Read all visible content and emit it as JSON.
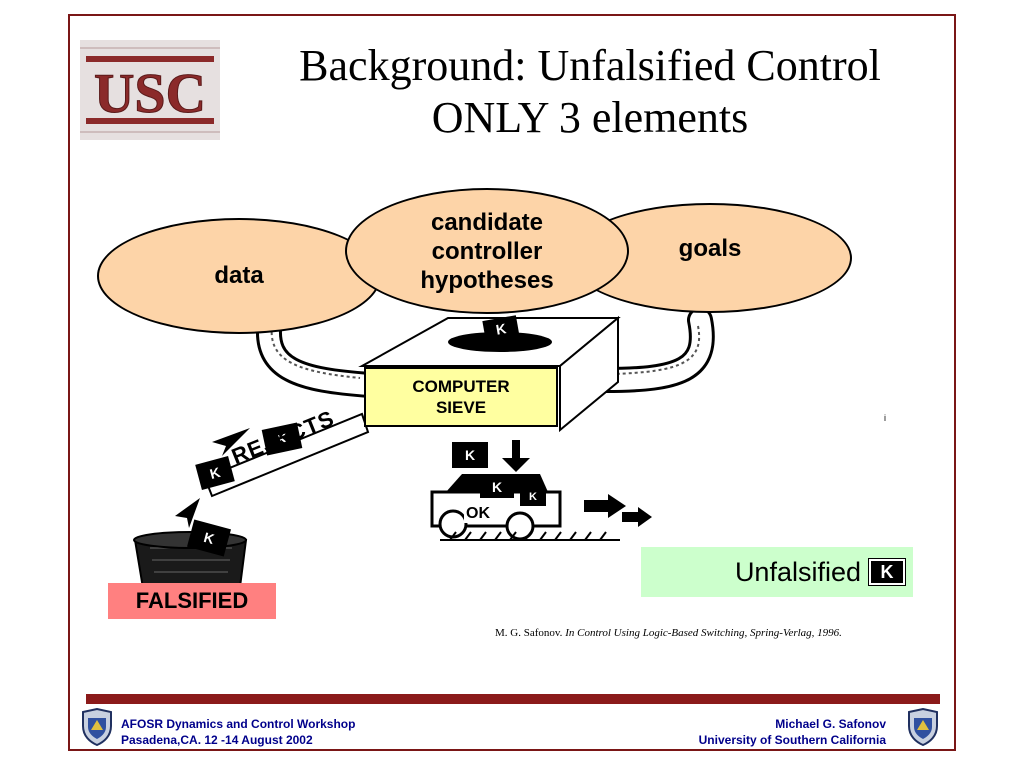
{
  "slide": {
    "title_line1": "Background: Unfalsified Control",
    "title_line2": "ONLY 3 elements",
    "logo_text": "USC"
  },
  "diagram": {
    "ellipses": {
      "data": "data",
      "candidate": [
        "candidate",
        "controller",
        "hypotheses"
      ],
      "goals": "goals"
    },
    "sieve_label": [
      "COMPUTER",
      "SIEVE"
    ],
    "rejects_label": "REJECTS",
    "ok_label": "OK",
    "k_label": "K",
    "falsified_label": "FALSIFIED",
    "unfalsified_label": "Unfalsified",
    "unfalsified_k": "K",
    "stray_mark": "i"
  },
  "citation": {
    "author": "M. G.  Safonov.",
    "work": "In Control Using Logic-Based Switching, Spring-Verlag, 1996."
  },
  "footer": {
    "left_line1": "AFOSR Dynamics and Control Workshop",
    "left_line2": "Pasadena,CA. 12 -14 August 2002",
    "right_line1": "Michael G. Safonov",
    "right_line2": "University of Southern California"
  },
  "colors": {
    "frame": "#7a1616",
    "ellipse_fill": "#fdd4a8",
    "sieve_fill": "#ffffa0",
    "falsified_fill": "#ff8080",
    "unfalsified_fill": "#ccffcc",
    "footer_text": "#00008b"
  }
}
